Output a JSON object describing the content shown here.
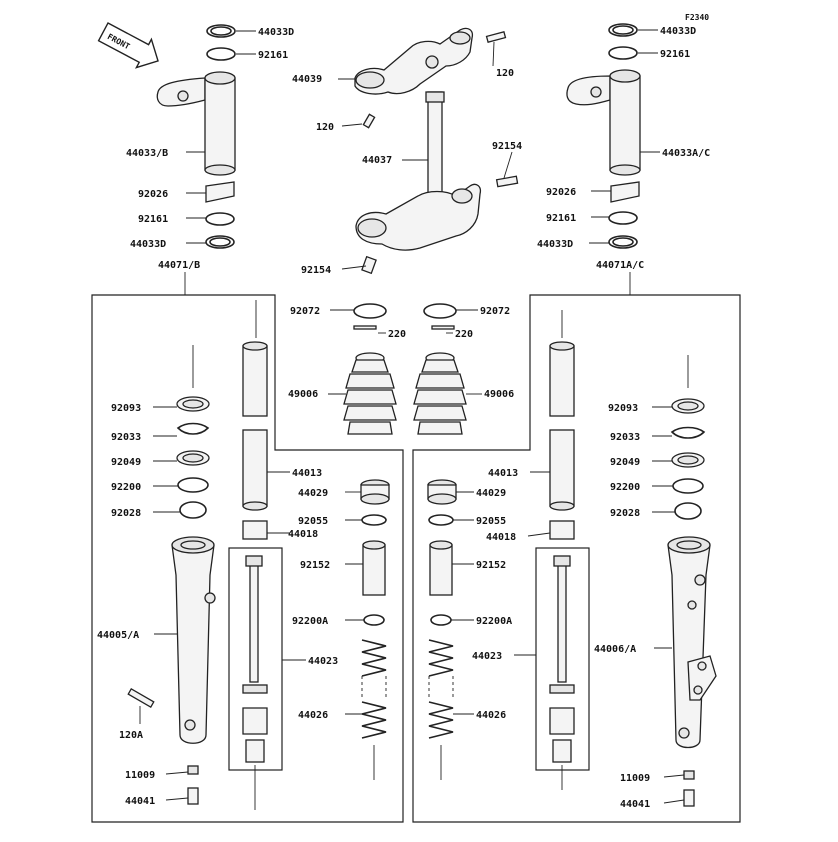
{
  "figure_code": "F2340",
  "front_label": "FRONT",
  "labels": {
    "top_center": [
      "44039",
      "120",
      "120",
      "44037",
      "92154",
      "92154"
    ],
    "top_left": [
      "44033D",
      "92161",
      "44033/B",
      "92026",
      "92161",
      "44033D",
      "44071/B"
    ],
    "top_right": [
      "44033D",
      "92161",
      "44033A/C",
      "92026",
      "92161",
      "44033D",
      "44071A/C"
    ],
    "center_left": [
      "92072",
      "220",
      "49006",
      "44013",
      "44029",
      "92055",
      "44018",
      "92152",
      "92200A",
      "44023",
      "44026"
    ],
    "center_right": [
      "92072",
      "220",
      "49006",
      "44013",
      "44029",
      "92055",
      "44018",
      "92152",
      "92200A",
      "44023",
      "44026"
    ],
    "left_fork": [
      "92093",
      "92033",
      "92049",
      "92200",
      "92028",
      "44005/A",
      "120A",
      "11009",
      "44041"
    ],
    "right_fork": [
      "92093",
      "92033",
      "92049",
      "92200",
      "92028",
      "44006/A",
      "11009",
      "44041"
    ]
  }
}
